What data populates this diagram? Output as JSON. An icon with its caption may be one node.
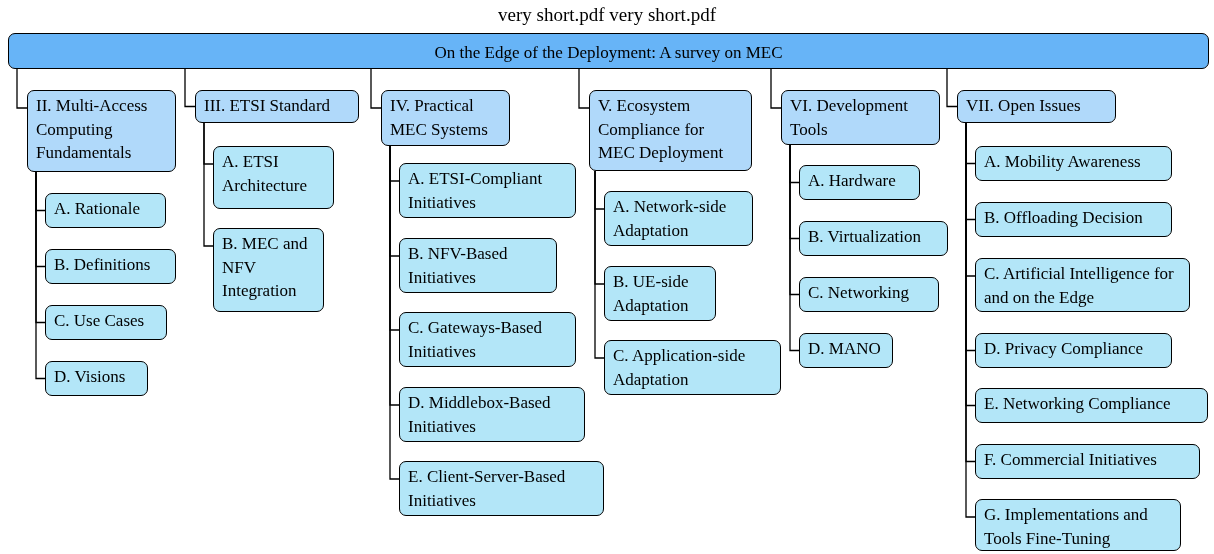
{
  "diagram": {
    "title": "very short.pdf very short.pdf",
    "nodes": [
      {
        "text": [
          "On the Edge of the Deployment: A survey on MEC"
        ]
      },
      {
        "text": [
          "II. Multi-Access Computing Fundamentals"
        ]
      },
      {
        "text": [
          "A. Rationale"
        ]
      },
      {
        "text": [
          "B. Definitions"
        ]
      },
      {
        "text": [
          "C. Use Cases"
        ]
      },
      {
        "text": [
          "D. Visions"
        ]
      },
      {
        "text": [
          "III. ETSI Standard"
        ]
      },
      {
        "text": [
          "A. ETSI Architecture"
        ]
      },
      {
        "text": [
          "B. MEC and NFV Integration"
        ]
      },
      {
        "text": [
          "IV. Practical MEC Systems"
        ]
      },
      {
        "text": [
          "A. ETSI-Compliant Initiatives"
        ]
      },
      {
        "text": [
          "B. NFV-Based Initiatives"
        ]
      },
      {
        "text": [
          "C. Gateways-Based Initiatives"
        ]
      },
      {
        "text": [
          "D. Middlebox-Based Initiatives"
        ]
      },
      {
        "text": [
          "E. Client-Server-Based Initiatives"
        ]
      },
      {
        "text": [
          "V. Ecosystem Compliance for MEC Deployment"
        ]
      },
      {
        "text": [
          "A. Network-side Adaptation"
        ]
      },
      {
        "text": [
          "B. UE-side Adaptation"
        ]
      },
      {
        "text": [
          "C. Application-side Adaptation"
        ]
      },
      {
        "text": [
          "VI. Development Tools"
        ]
      },
      {
        "text": [
          "A. Hardware"
        ]
      },
      {
        "text": [
          "B. Virtualization"
        ]
      },
      {
        "text": [
          "C. Networking"
        ]
      },
      {
        "text": [
          "D. MANO"
        ]
      },
      {
        "text": [
          "VII. Open Issues"
        ]
      },
      {
        "text": [
          "A. Mobility Awareness"
        ]
      },
      {
        "text": [
          "B. Offloading Decision"
        ]
      },
      {
        "text": [
          "C. Artificial Intelligence for and on the Edge"
        ]
      },
      {
        "text": [
          "D. Privacy Compliance"
        ]
      },
      {
        "text": [
          "E. Networking Compliance"
        ]
      },
      {
        "text": [
          "F. Commercial Initiatives"
        ]
      },
      {
        "text": [
          "G. Implementations and Tools Fine-Tuning"
        ]
      }
    ],
    "edges": [
      {
        "from": 0,
        "to": 1,
        "arrow": "none"
      },
      {
        "from": 1,
        "to": 2,
        "arrow": "none"
      },
      {
        "from": 1,
        "to": 3,
        "arrow": "none"
      },
      {
        "from": 1,
        "to": 4,
        "arrow": "none"
      },
      {
        "from": 1,
        "to": 5,
        "arrow": "none"
      },
      {
        "from": 0,
        "to": 6,
        "arrow": "none"
      },
      {
        "from": 6,
        "to": 7,
        "arrow": "none"
      },
      {
        "from": 6,
        "to": 8,
        "arrow": "none"
      },
      {
        "from": 0,
        "to": 9,
        "arrow": "none"
      },
      {
        "from": 9,
        "to": 10,
        "arrow": "none"
      },
      {
        "from": 9,
        "to": 11,
        "arrow": "none"
      },
      {
        "from": 9,
        "to": 12,
        "arrow": "none"
      },
      {
        "from": 9,
        "to": 13,
        "arrow": "none"
      },
      {
        "from": 9,
        "to": 14,
        "arrow": "none"
      },
      {
        "from": 0,
        "to": 15,
        "arrow": "none"
      },
      {
        "from": 15,
        "to": 16,
        "arrow": "none"
      },
      {
        "from": 15,
        "to": 17,
        "arrow": "none"
      },
      {
        "from": 15,
        "to": 18,
        "arrow": "none"
      },
      {
        "from": 0,
        "to": 19,
        "arrow": "none"
      },
      {
        "from": 19,
        "to": 20,
        "arrow": "none"
      },
      {
        "from": 19,
        "to": 21,
        "arrow": "none"
      },
      {
        "from": 19,
        "to": 22,
        "arrow": "none"
      },
      {
        "from": 19,
        "to": 23,
        "arrow": "none"
      },
      {
        "from": 0,
        "to": 24,
        "arrow": "none"
      },
      {
        "from": 24,
        "to": 25,
        "arrow": "none"
      },
      {
        "from": 24,
        "to": 26,
        "arrow": "none"
      },
      {
        "from": 24,
        "to": 27,
        "arrow": "none"
      },
      {
        "from": 24,
        "to": 28,
        "arrow": "none"
      },
      {
        "from": 24,
        "to": 29,
        "arrow": "none"
      },
      {
        "from": 24,
        "to": 30,
        "arrow": "none"
      },
      {
        "from": 24,
        "to": 31,
        "arrow": "none"
      }
    ]
  }
}
